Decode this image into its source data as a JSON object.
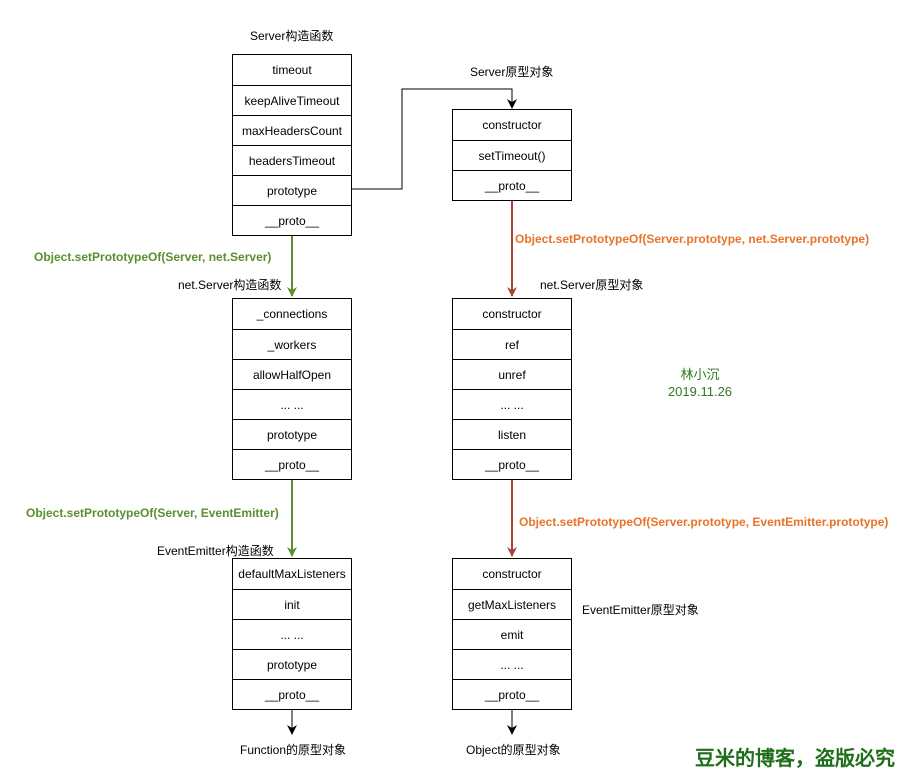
{
  "titles": {
    "server_ctor": "Server构造函数",
    "server_proto": "Server原型对象",
    "netserver_ctor": "net.Server构造函数",
    "netserver_proto": "net.Server原型对象",
    "emitter_ctor": "EventEmitter构造函数",
    "emitter_proto": "EventEmitter原型对象",
    "function_proto": "Function的原型对象",
    "object_proto": "Object的原型对象"
  },
  "boxes": {
    "server_ctor": [
      "timeout",
      "keepAliveTimeout",
      "maxHeadersCount",
      "headersTimeout",
      "prototype",
      "__proto__"
    ],
    "server_proto": [
      "constructor",
      "setTimeout()",
      "__proto__"
    ],
    "netserver_ctor": [
      "_connections",
      "_workers",
      "allowHalfOpen",
      "... ...",
      "prototype",
      "__proto__"
    ],
    "netserver_proto": [
      "constructor",
      "ref",
      "unref",
      "... ...",
      "listen",
      "__proto__"
    ],
    "emitter_ctor": [
      "defaultMaxListeners",
      "init",
      "... ...",
      "prototype",
      "__proto__"
    ],
    "emitter_proto": [
      "constructor",
      "getMaxListeners",
      "emit",
      "... ...",
      "__proto__"
    ]
  },
  "labels": {
    "green1": "Object.setPrototypeOf(Server, net.Server)",
    "green2": "Object.setPrototypeOf(Server, EventEmitter)",
    "orange1": "Object.setPrototypeOf(Server.prototype, net.Server.prototype)",
    "orange2": "Object.setPrototypeOf(Server.prototype, EventEmitter.prototype)"
  },
  "author": {
    "name": "林小沉",
    "date": "2019.11.26"
  },
  "watermark": "豆米的博客，盗版必究",
  "colors": {
    "green": "#5b8e2e",
    "dark_red": "#a8423a",
    "black": "#000000"
  }
}
